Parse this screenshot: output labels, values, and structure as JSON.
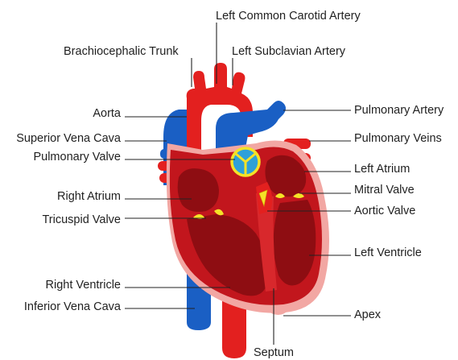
{
  "labels": {
    "left_common_carotid_artery": "Left Common Carotid Artery",
    "brachiocephalic_trunk": "Brachiocephalic Trunk",
    "left_subclavian_artery": "Left Subclavian Artery",
    "aorta": "Aorta",
    "superior_vena_cava": "Superior Vena Cava",
    "pulmonary_valve": "Pulmonary Valve",
    "right_atrium": "Right Atrium",
    "tricuspid_valve": "Tricuspid Valve",
    "right_ventricle": "Right Ventricle",
    "inferior_vena_cava": "Inferior Vena Cava",
    "pulmonary_artery": "Pulmonary Artery",
    "pulmonary_veins": "Pulmonary Veins",
    "left_atrium": "Left Atrium",
    "mitral_valve": "Mitral Valve",
    "aortic_valve": "Aortic Valve",
    "left_ventricle": "Left Ventricle",
    "apex": "Apex",
    "septum": "Septum"
  },
  "colors": {
    "oxygenated_red": "#e3201f",
    "deep_red": "#b5161c",
    "chamber_red": "#8e0d12",
    "deoxygenated_blue": "#1a5fc4",
    "pericardium_pink": "#f2a7a3",
    "valve_yellow": "#f5e227",
    "pulmonary_valve_blue": "#2ea0d8"
  }
}
